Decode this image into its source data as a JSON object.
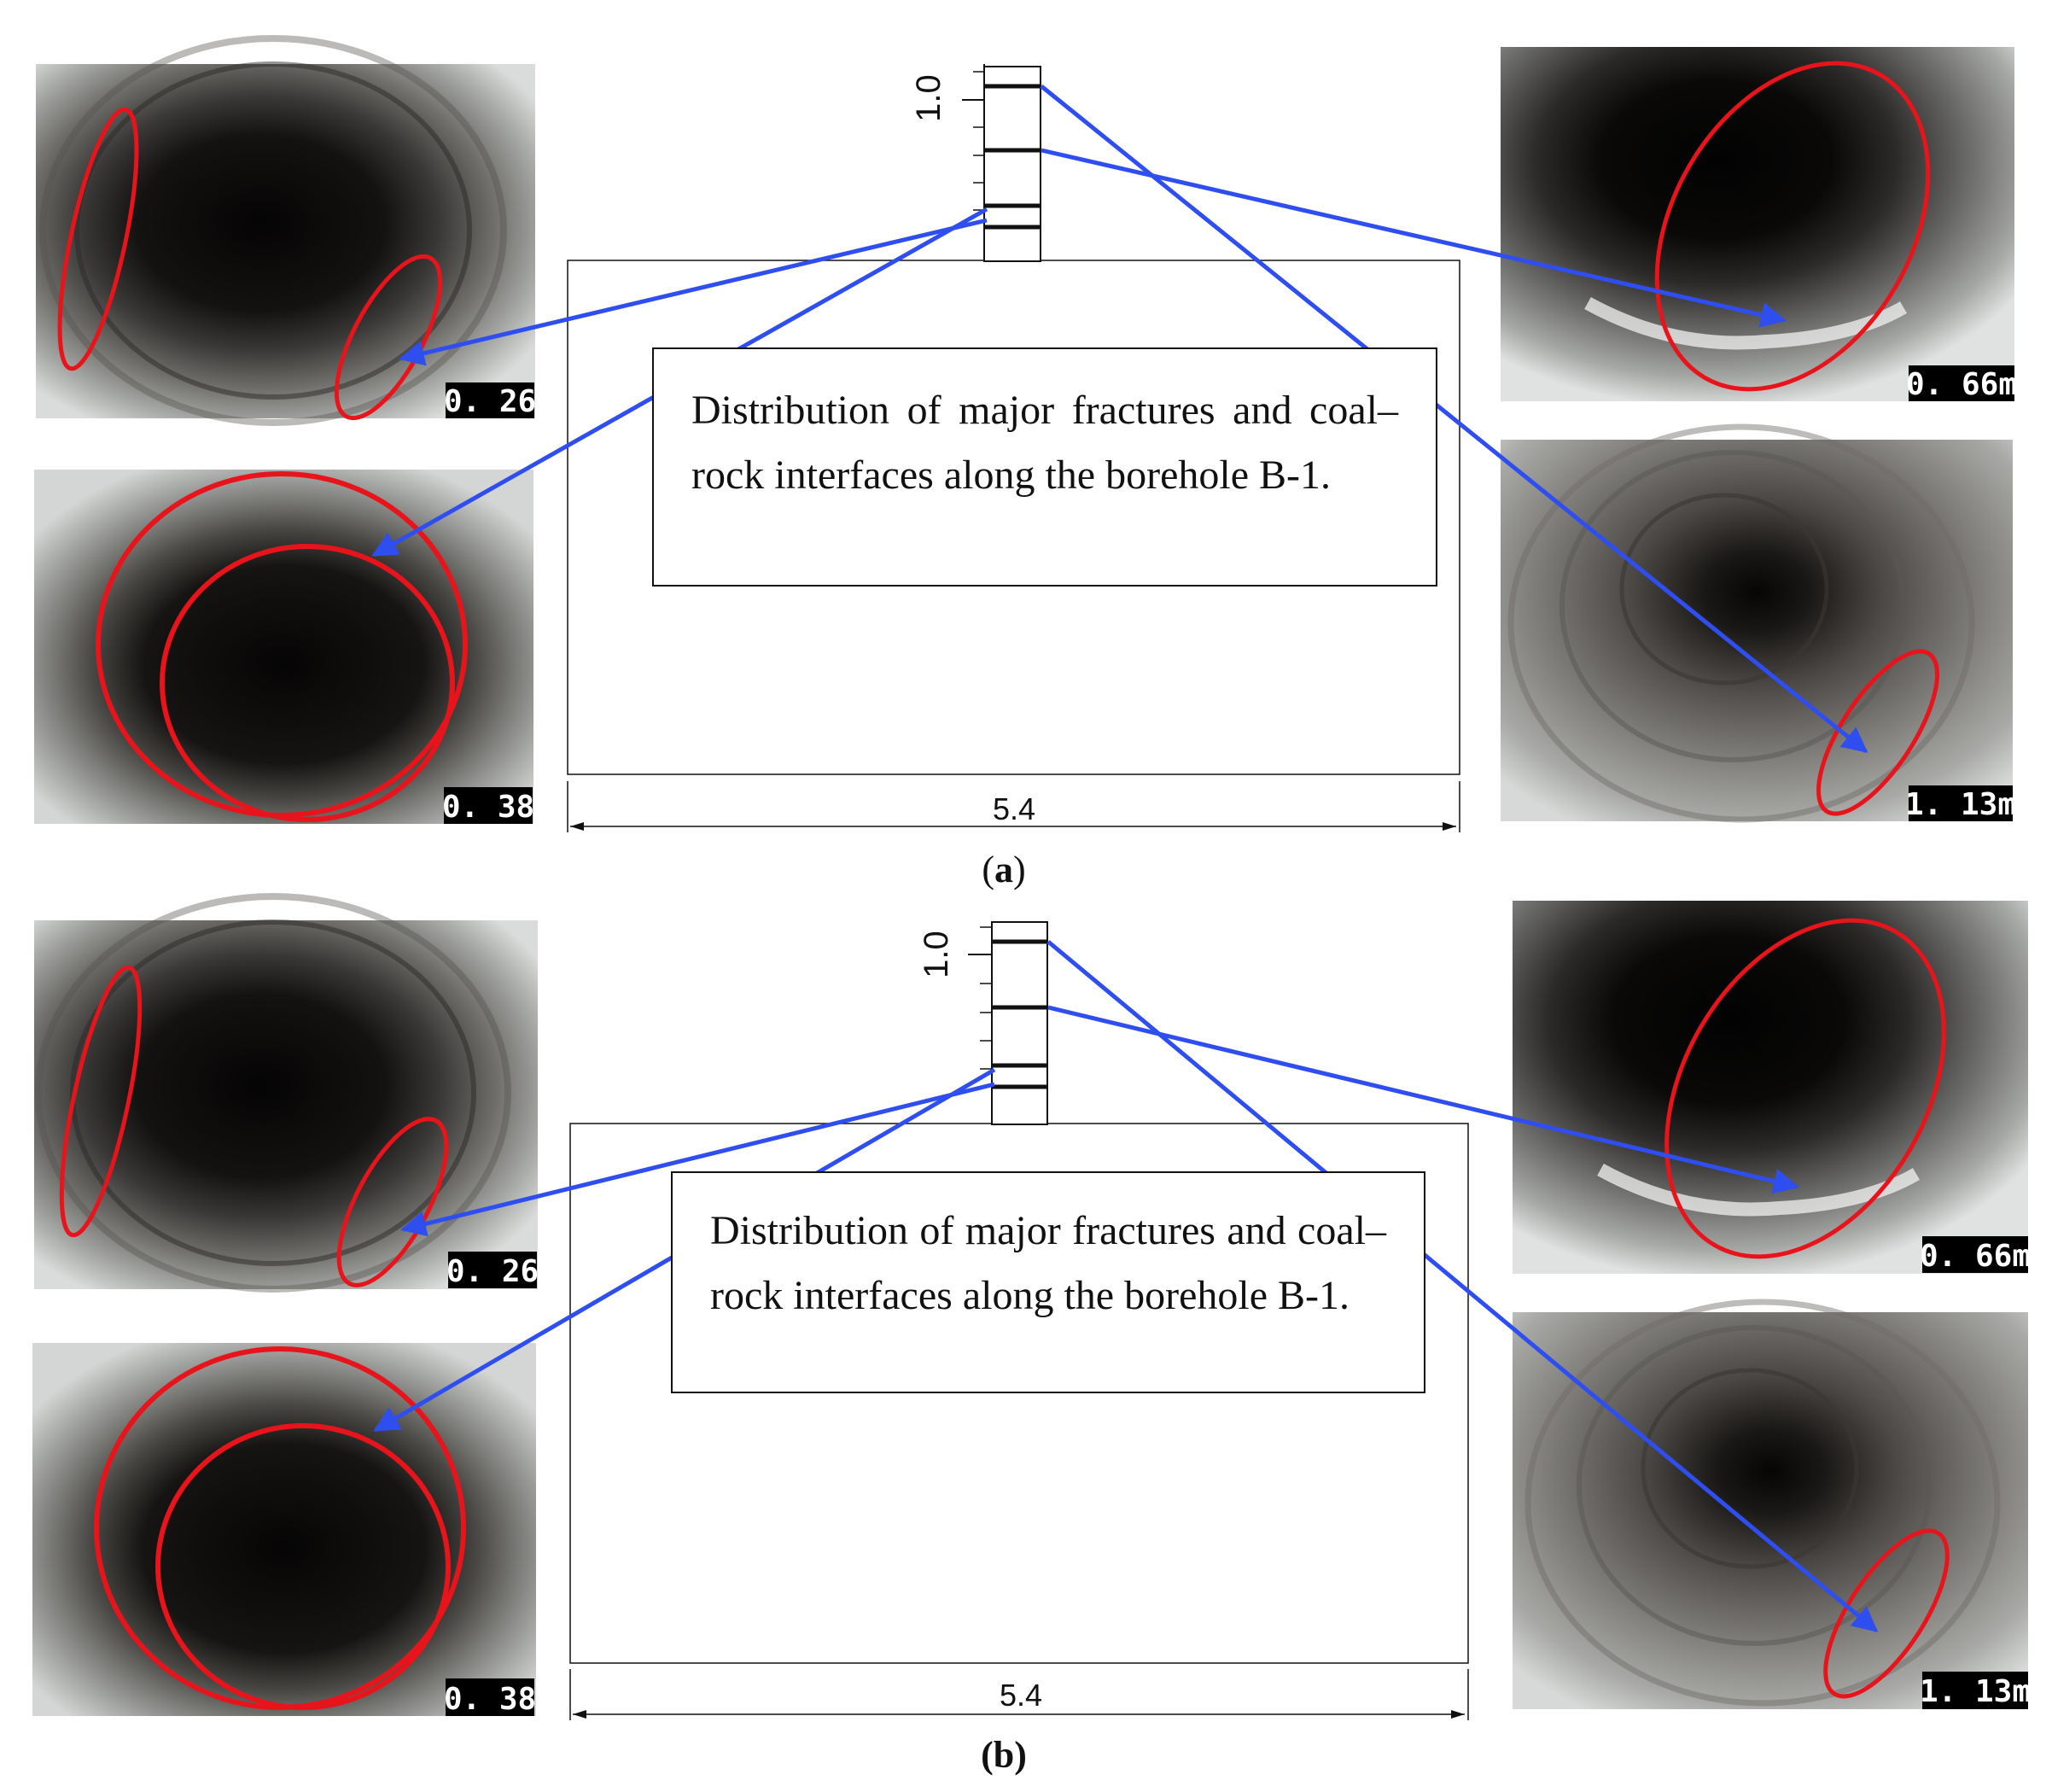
{
  "panels": [
    {
      "id": "a",
      "label_open": "(",
      "label_letter": "a",
      "label_close": ")",
      "caption": "Distribution of major fractures and coal–rock interfaces along the borehole B-1.",
      "depth_mark": "1.0",
      "width_dimension": "5.4",
      "photos": [
        {
          "position": "upper-left",
          "depth_label": "0. 26"
        },
        {
          "position": "lower-left",
          "depth_label": "0. 38"
        },
        {
          "position": "upper-right",
          "depth_label": "0. 66m"
        },
        {
          "position": "lower-right",
          "depth_label": "1. 13m"
        }
      ]
    },
    {
      "id": "b",
      "label_open": "(",
      "label_letter": "b",
      "label_close": ")",
      "caption": "Distribution of major fractures and coal–rock interfaces along the borehole B-1.",
      "depth_mark": "1.0",
      "width_dimension": "5.4",
      "photos": [
        {
          "position": "upper-left",
          "depth_label": "0. 26"
        },
        {
          "position": "lower-left",
          "depth_label": "0. 38"
        },
        {
          "position": "upper-right",
          "depth_label": "0. 66m"
        },
        {
          "position": "lower-right",
          "depth_label": "1. 13m"
        }
      ]
    }
  ],
  "colors": {
    "arrow": "#2f4ef0",
    "highlight_ellipse": "#e8141c",
    "outline": "#111111",
    "borehole_wall_light": "#c9ccca",
    "borehole_core": "#0c0b0a"
  }
}
